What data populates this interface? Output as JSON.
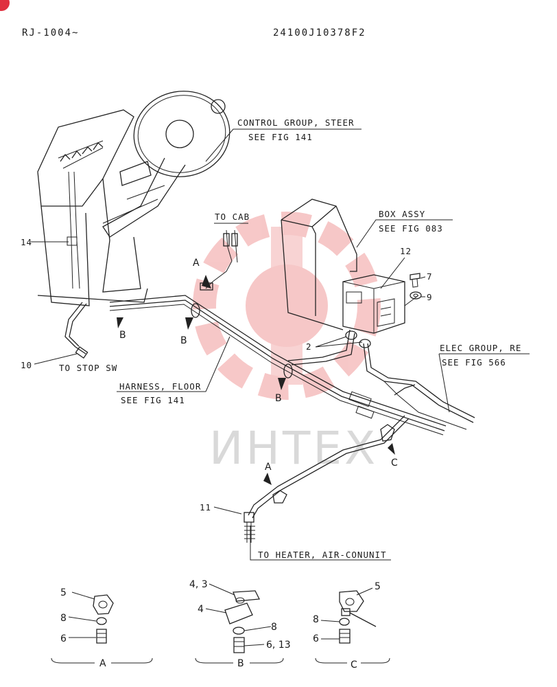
{
  "header": {
    "left": "RJ-1004~",
    "right": "24100J10378F2"
  },
  "watermark": "ИНТЕХ",
  "callouts": {
    "control_group": "CONTROL GROUP, STEER",
    "control_group_ref": "SEE FIG 141",
    "box_assy": "BOX  ASSY",
    "box_assy_ref": "SEE FIG 083",
    "to_cab": "TO CAB",
    "harness_floor": "HARNESS, FLOOR",
    "harness_floor_ref": "SEE FIG 141",
    "elec_group": "ELEC GROUP, RE",
    "elec_group_ref": "SEE FIG 566",
    "to_stop_sw": "TO STOP SW",
    "to_heater": "TO HEATER, AIR-CONUNIT"
  },
  "parts": {
    "p14": "14",
    "p10": "10",
    "p12": "12",
    "p7": "7",
    "p9": "9",
    "p2": "2",
    "p11": "11"
  },
  "clip_markers": {
    "a1": "A",
    "a2": "A",
    "b1": "B",
    "b2": "B",
    "b3": "B",
    "c1": "C"
  },
  "details": {
    "A": {
      "title": "A",
      "labels": [
        "5",
        "8",
        "6"
      ]
    },
    "B": {
      "title": "B",
      "labels": [
        "4, 3",
        "4",
        "8",
        "6, 13"
      ]
    },
    "C": {
      "title": "C",
      "labels": [
        "5",
        "8",
        "6"
      ]
    }
  },
  "colors": {
    "ink": "#222222",
    "watermark": "#f4b5b5",
    "badge": "#e0303f"
  }
}
